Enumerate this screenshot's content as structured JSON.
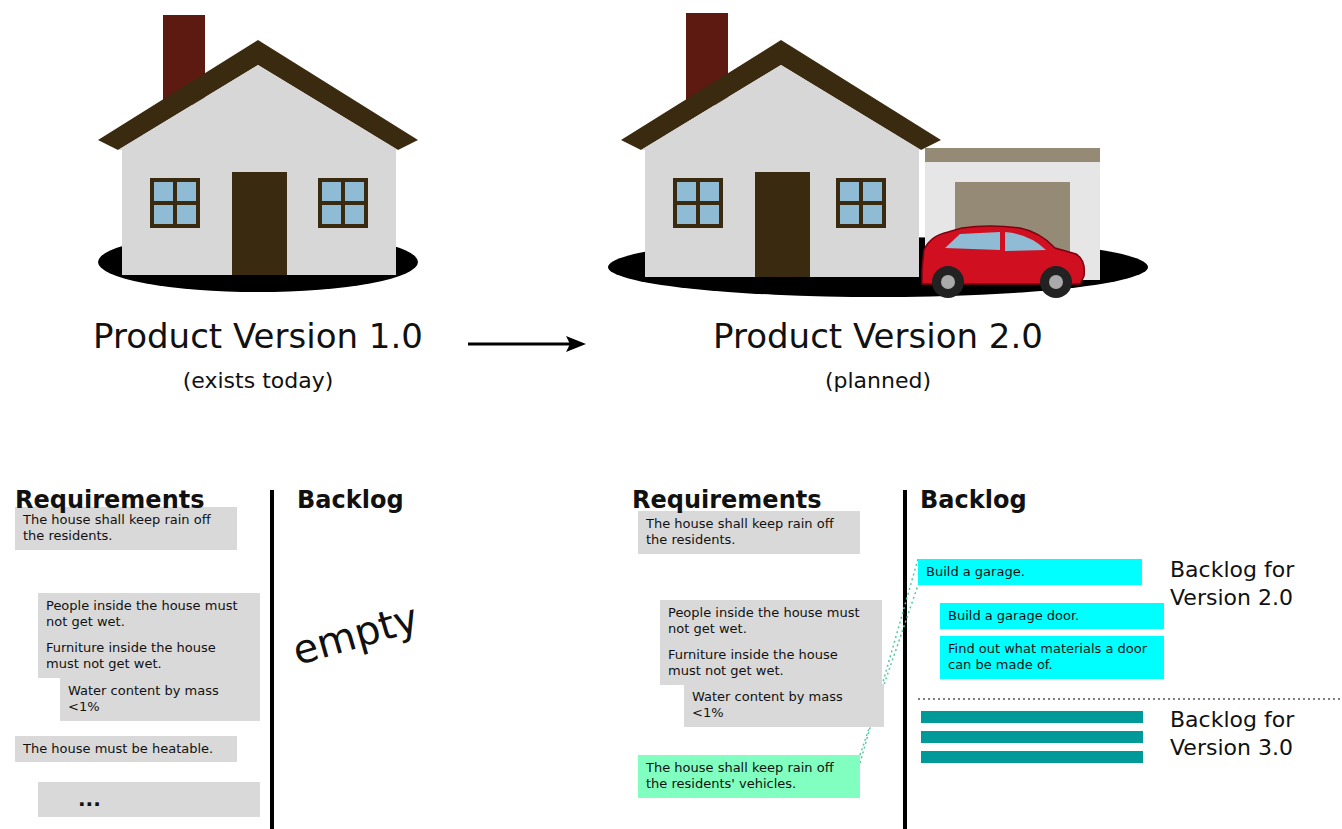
{
  "diagram": {
    "nodes": [
      {
        "text": [
          "The house shall keep rain off the residents."
        ]
      },
      {
        "text": [
          "People inside the house must not get wet."
        ]
      },
      {
        "text": [
          "Furniture inside the house must not get wet."
        ]
      },
      {
        "text": [
          "Water content by mass <1%"
        ]
      },
      {
        "text": [
          "The house must be heatable."
        ]
      },
      {
        "text": [
          "..."
        ]
      },
      {
        "text": [
          "The house shall keep rain off the residents."
        ]
      },
      {
        "text": [
          "People inside the house must not get wet."
        ]
      },
      {
        "text": [
          "Furniture inside the house must not get wet."
        ]
      },
      {
        "text": [
          "Water content by mass <1%"
        ]
      },
      {
        "text": [
          "The house shall keep rain off the residents' vehicles."
        ]
      },
      {
        "text": [
          "Build a garage."
        ]
      },
      {
        "text": [
          "Build a garage door."
        ]
      },
      {
        "text": [
          "Find out what materials a door can be made of."
        ]
      }
    ],
    "edges": [
      {
        "from": 10,
        "to": 11,
        "arrow": "none"
      }
    ],
    "labels": [
      "Product Version 1.0",
      "(exists today)",
      "Product Version 2.0",
      "(planned)",
      "Requirements",
      "Backlog",
      "empty",
      "Requirements",
      "Backlog",
      "Backlog for Version 2.0",
      "Backlog for Version 3.0"
    ]
  }
}
